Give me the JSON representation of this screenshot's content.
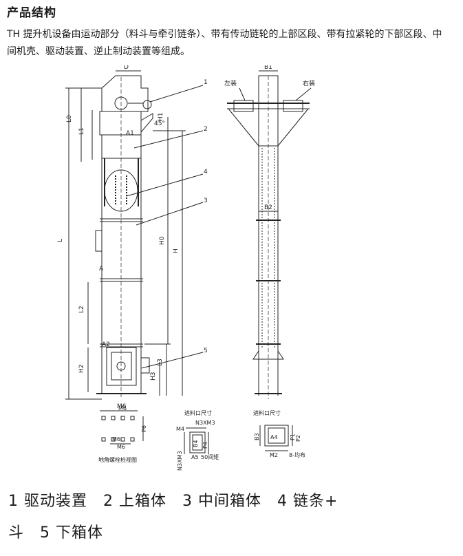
{
  "heading": "产品结构",
  "intro": "TH 提升机设备由运动部分（料斗与牵引链条）、带有传动链轮的上部区段、带有拉紧轮的下部区段、中间机壳、驱动装置、逆止制动装置等组成。",
  "diagram": {
    "front_dims": [
      "D",
      "L0",
      "L1",
      "A1",
      "H1",
      "45°",
      "L",
      "H0",
      "H",
      "A",
      "L2",
      "A2",
      "L3",
      "H2",
      "H3",
      "M6"
    ],
    "side_dims": [
      "B1",
      "左装",
      "右装",
      "B2"
    ],
    "part_numbers": [
      "1",
      "2",
      "3",
      "4",
      "5"
    ],
    "anchor_view": {
      "labels": [
        "M6",
        "P6",
        "M6",
        "M6"
      ],
      "caption": "地角螺栓检视图"
    },
    "inlet_left": {
      "title": "进料口尺寸",
      "labels": [
        "N3XM3",
        "M4",
        "B4",
        "P4",
        "N3XM3",
        "A5",
        "50间矩"
      ]
    },
    "inlet_right": {
      "title": "进料口尺寸",
      "labels": [
        "B3",
        "A4",
        "P1",
        "P2",
        "M2",
        "8-均布"
      ]
    }
  },
  "legend": {
    "line1": "1 驱动装置　2 上箱体　3 中间箱体　4 链条+",
    "line2": "斗　5 下箱体"
  }
}
